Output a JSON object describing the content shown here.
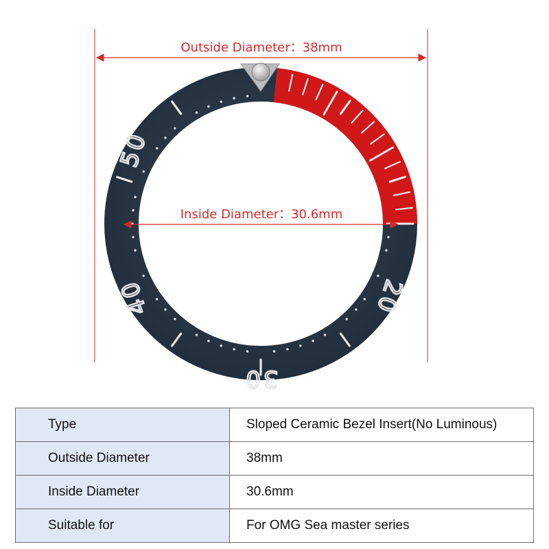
{
  "diagram": {
    "outside_label": "Outside Diameter：38mm",
    "inside_label": "Inside Diameter：30.6mm",
    "bezel_numbers": [
      "50",
      "40",
      "30",
      "20"
    ],
    "colors": {
      "dimension": "#d42a2a",
      "bezel": "#2a3a4a",
      "red_segment": "#d01818",
      "markings": "#e6e8ea"
    },
    "icons": [
      "triangle-marker-icon",
      "lume-pip-icon"
    ]
  },
  "spec_table": {
    "rows": [
      {
        "label": "Type",
        "value": "Sloped Ceramic Bezel Insert(No Luminous)"
      },
      {
        "label": "Outside Diameter",
        "value": "38mm"
      },
      {
        "label": "Inside Diameter",
        "value": "30.6mm"
      },
      {
        "label": "Suitable for",
        "value": "For OMG Sea master series"
      }
    ]
  }
}
